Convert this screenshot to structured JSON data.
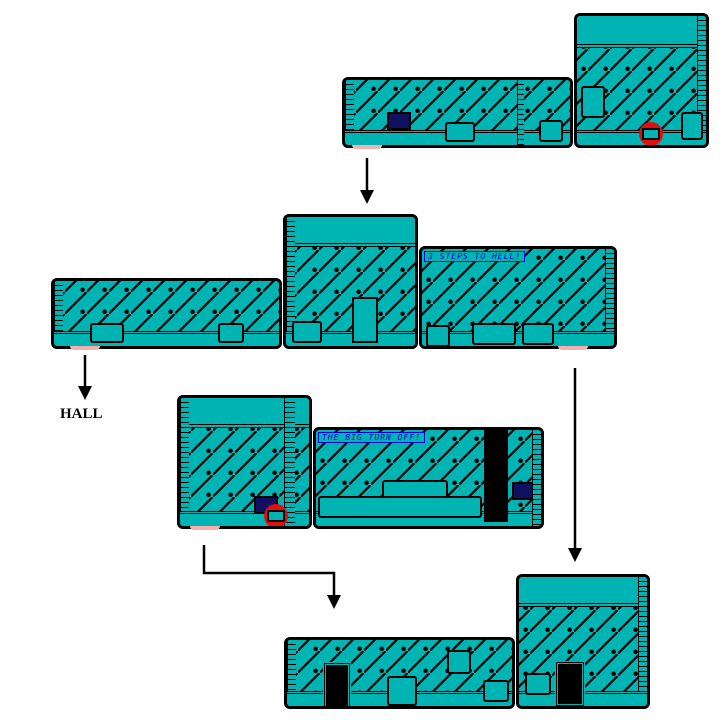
{
  "rooms": [
    {
      "name": "room-1"
    },
    {
      "name": "room-2"
    },
    {
      "name": "room-3"
    },
    {
      "name": "room-4"
    },
    {
      "name": "room-5",
      "banner": "3 STEPS TO HELL!"
    },
    {
      "name": "room-6"
    },
    {
      "name": "room-7",
      "banner": "THE BIG TURN OFF!"
    },
    {
      "name": "room-8"
    },
    {
      "name": "room-9"
    }
  ],
  "labels": {
    "hall": "HALL"
  },
  "colors": {
    "wall": "#00b4b4",
    "banner": "#0000c8",
    "highlight": "#e01010"
  }
}
